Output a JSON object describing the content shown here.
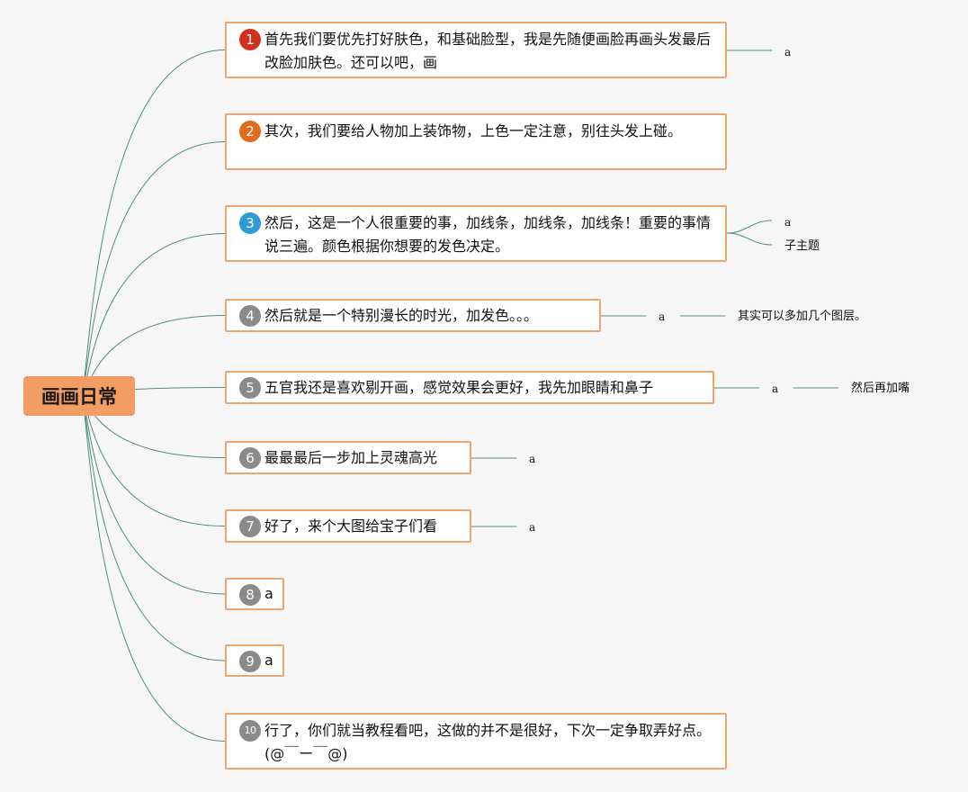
{
  "root": {
    "label": "画画日常"
  },
  "colors": {
    "root_fill": "#f29d63",
    "node_border": "#f0a46f",
    "link": "#4f8f82",
    "badge_1": "#d32f1e",
    "badge_2": "#e26a1b",
    "badge_3": "#2f9bd6",
    "badge_other": "#8a8a8a"
  },
  "topics": [
    {
      "num": "1",
      "text": "首先我们要优先打好肤色，和基础脸型，我是先随便画脸再画头发最后改脸加肤色。还可以吧，画",
      "children": [
        {
          "label": "a",
          "children": []
        }
      ]
    },
    {
      "num": "2",
      "text": "其次，我们要给人物加上装饰物，上色一定注意，别往头发上碰。",
      "children": []
    },
    {
      "num": "3",
      "text": "然后，这是一个人很重要的事，加线条，加线条，加线条！重要的事情说三遍。颜色根据你想要的发色决定。",
      "children": [
        {
          "label": "a",
          "children": []
        },
        {
          "label": "子主题",
          "children": []
        }
      ]
    },
    {
      "num": "4",
      "text": "然后就是一个特别漫长的时光，加发色。。。",
      "children": [
        {
          "label": "a",
          "children": [
            {
              "label": "其实可以多加几个图层。"
            }
          ]
        }
      ]
    },
    {
      "num": "5",
      "text": "五官我还是喜欢剔开画，感觉效果会更好，我先加眼睛和鼻子",
      "children": [
        {
          "label": "a",
          "children": [
            {
              "label": "然后再加嘴"
            }
          ]
        }
      ]
    },
    {
      "num": "6",
      "text": "最最最后一步加上灵魂高光",
      "children": [
        {
          "label": "a",
          "children": []
        }
      ]
    },
    {
      "num": "7",
      "text": "好了，来个大图给宝子们看",
      "children": [
        {
          "label": "a",
          "children": []
        }
      ]
    },
    {
      "num": "8",
      "text": "a",
      "children": []
    },
    {
      "num": "9",
      "text": "a",
      "children": []
    },
    {
      "num": "10",
      "text": "行了，你们就当教程看吧，这做的并不是很好，下次一定争取弄好点。(@￣ー￣@)",
      "children": []
    }
  ]
}
